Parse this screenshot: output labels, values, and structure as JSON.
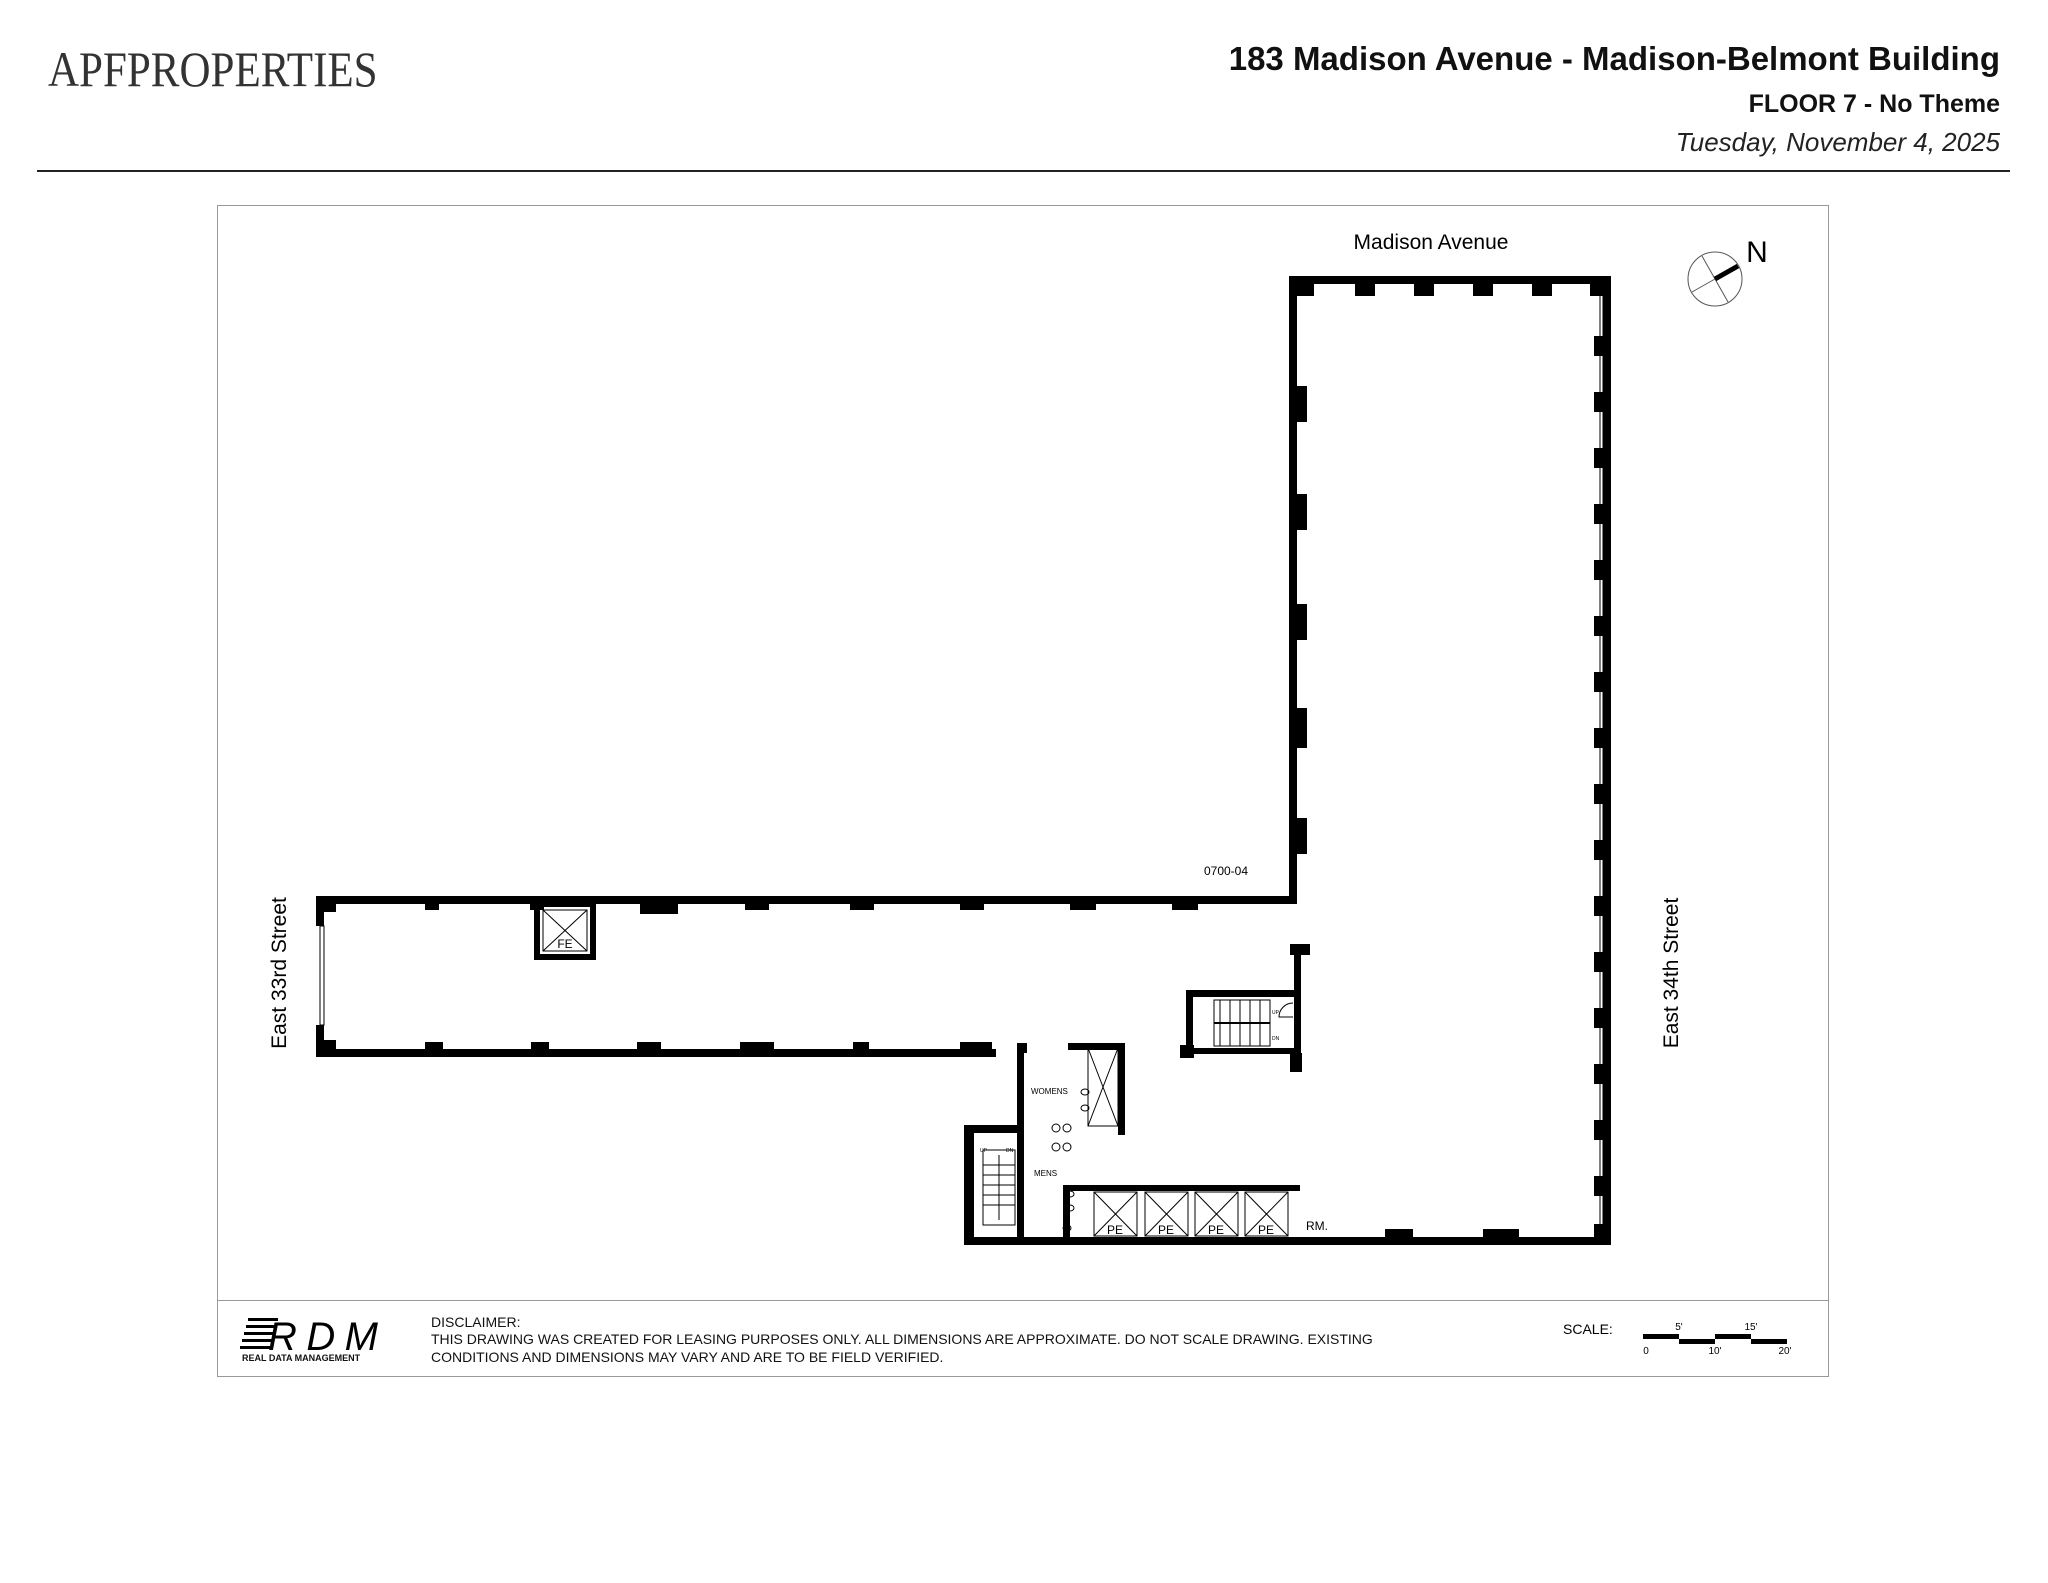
{
  "header": {
    "logo_text": "APFPROPERTIES",
    "title": "183 Madison Avenue - Madison-Belmont Building",
    "floor": "FLOOR 7 - No Theme",
    "date": "Tuesday, November 4, 2025"
  },
  "plan": {
    "street_labels": {
      "north_top": "Madison Avenue",
      "left": "East 33rd Street",
      "right": "East 34th Street"
    },
    "compass_label": "N",
    "suite_id": "0700-04",
    "rooms": {
      "womens": "WOMENS",
      "mens": "MENS",
      "fe": "FE",
      "pe": [
        "PE",
        "PE",
        "PE",
        "PE"
      ],
      "rm": "RM.",
      "stair_up": "UP",
      "stair_dn": "DN"
    }
  },
  "footer": {
    "rdm_logo": "RDM",
    "rdm_subtitle": "REAL DATA MANAGEMENT",
    "disclaimer_title": "DISCLAIMER:",
    "disclaimer_line1": "THIS DRAWING WAS CREATED FOR LEASING PURPOSES ONLY. ALL DIMENSIONS ARE APPROXIMATE. DO NOT SCALE DRAWING. EXISTING",
    "disclaimer_line2": "CONDITIONS AND DIMENSIONS MAY VARY AND ARE TO BE FIELD VERIFIED.",
    "scale_label": "SCALE:",
    "scale_ticks_top": [
      "5'",
      "15'"
    ],
    "scale_ticks_bottom": [
      "0",
      "10'",
      "20'"
    ]
  }
}
